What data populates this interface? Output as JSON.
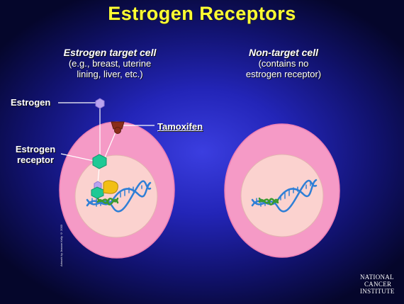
{
  "title": "Estrogen Receptors",
  "left_cell": {
    "heading": "Estrogen target cell",
    "desc_line1": "(e.g., breast, uterine",
    "desc_line2": "lining, liver, etc.)"
  },
  "right_cell": {
    "heading": "Non-target cell",
    "desc_line1": "(contains no",
    "desc_line2": "estrogen receptor)"
  },
  "labels": {
    "estrogen": "Estrogen",
    "receptor_line1": "Estrogen",
    "receptor_line2": "receptor",
    "tamoxifen": "Tamoxifen"
  },
  "credit": "Artwork by Jeanne Kelly © 2003",
  "logo": {
    "line1": "NATIONAL",
    "line2": "CANCER",
    "line3": "INSTITUTE"
  },
  "colors": {
    "title": "#ffff33",
    "cell_outer": "#f59ac6",
    "nucleus": "#fbd2cf",
    "estrogen": "#b9a3ef",
    "receptor": "#1ec995",
    "tamoxifen": "#8a2d1a",
    "coactivator": "#f2bf14",
    "dna_blue": "#2f7fd6",
    "dna_green": "#3a9a2e"
  }
}
